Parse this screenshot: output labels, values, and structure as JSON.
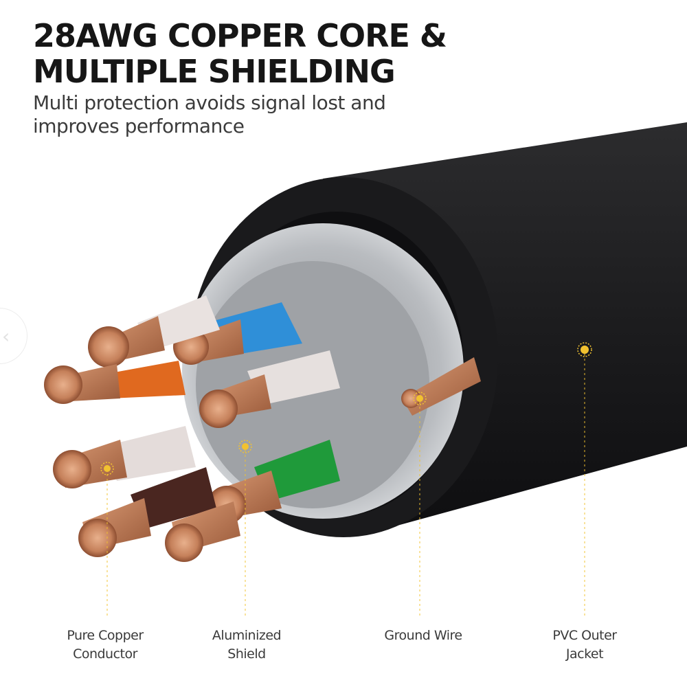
{
  "heading": {
    "line1": "28AWG COPPER CORE &",
    "line2": "MULTIPLE SHIELDING"
  },
  "subheading": {
    "line1": "Multi protection avoids signal lost and",
    "line2": "improves performance"
  },
  "callouts": [
    {
      "line1": "Pure Copper",
      "line2": "Conductor",
      "icon": "marker-dot-icon"
    },
    {
      "line1": "Aluminized",
      "line2": "Shield",
      "icon": "marker-dot-icon"
    },
    {
      "line1": "Ground Wire",
      "line2": "",
      "icon": "marker-dot-icon"
    },
    {
      "line1": "PVC Outer",
      "line2": "Jacket",
      "icon": "marker-dot-icon"
    }
  ],
  "carousel": {
    "prev_icon": "chevron-left-icon",
    "prev_glyph": "‹"
  },
  "colors": {
    "marker": "#f2c230",
    "jacket": "#1f1f21",
    "copper": "#c8835c",
    "wire_blue": "#2f8fd8",
    "wire_green": "#1f9a3a",
    "wire_orange": "#e0691f",
    "wire_brown": "#4a2620"
  }
}
